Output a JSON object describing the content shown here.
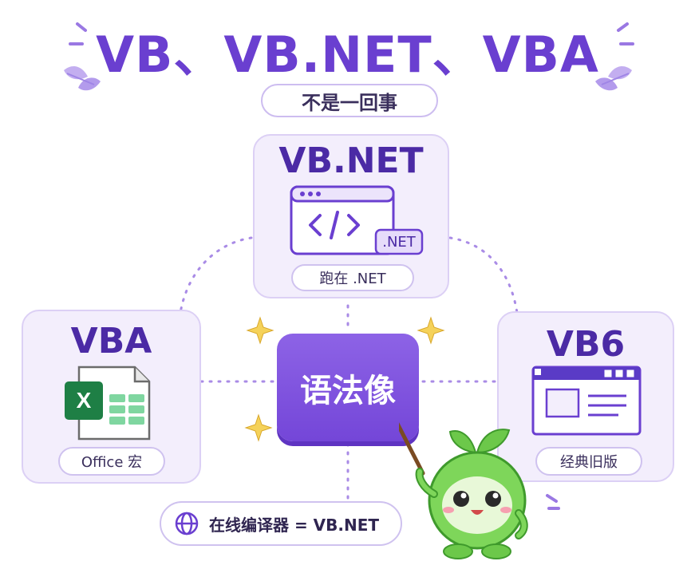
{
  "header": {
    "title": "VB、VB.NET、VBA",
    "subtitle": "不是一回事"
  },
  "cards": {
    "top": {
      "title": "VB.NET",
      "badge": ".NET",
      "pill": "跑在 .NET"
    },
    "left": {
      "title": "VBA",
      "pill": "Office 宏"
    },
    "right": {
      "title": "VB6",
      "pill": "经典旧版"
    }
  },
  "center": {
    "label": "语法像"
  },
  "bottom": {
    "label": "在线编译器 = VB.NET"
  },
  "colors": {
    "accent": "#6a3fd0",
    "card_bg": "#f3eefc",
    "card_border": "#dcd0f5",
    "center_box": "#7446d8",
    "excel_green": "#1e7f45",
    "mascot_green": "#6cc84a",
    "sparkle": "#f3c84b"
  },
  "icons": [
    "leaf-icon",
    "sparkle-icon",
    "code-window-icon",
    "excel-icon",
    "classic-window-icon",
    "globe-icon",
    "mascot-icon"
  ]
}
